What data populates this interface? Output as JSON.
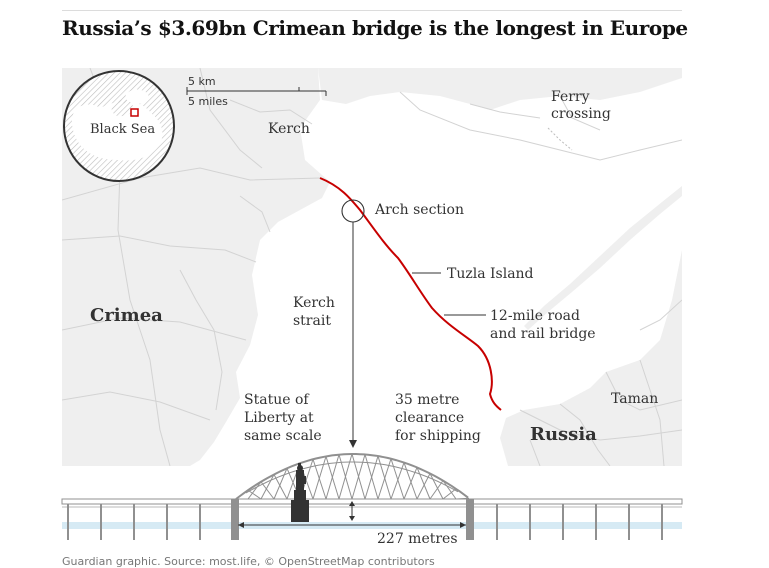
{
  "title": "Russia’s $3.69bn Crimean bridge is the longest in Europe",
  "colors": {
    "land": "#efefef",
    "sea": "#ffffff",
    "road": "#d3d3d3",
    "bridge_route": "#c70000",
    "water_label": "#005689",
    "structure": "#909090",
    "water_band": "#d6eaf4"
  },
  "scale": {
    "km_label": "5 km",
    "miles_label": "5 miles"
  },
  "inset": {
    "sea_label": "Black Sea"
  },
  "map_labels": {
    "kerch": "Kerch",
    "ferry": [
      "Ferry",
      "crossing"
    ],
    "arch": "Arch section",
    "tuzla": "Tuzla Island",
    "bridge": [
      "12-mile road",
      "and rail bridge"
    ],
    "strait": [
      "Kerch",
      "strait"
    ],
    "crimea": "Crimea",
    "russia": "Russia",
    "taman": "Taman"
  },
  "diagram": {
    "statue": [
      "Statue of",
      "Liberty at",
      "same scale"
    ],
    "clearance": [
      "35 metre",
      "clearance",
      "for shipping"
    ],
    "span": "227 metres"
  },
  "footer": "Guardian graphic. Source: most.life, © OpenStreetMap contributors"
}
